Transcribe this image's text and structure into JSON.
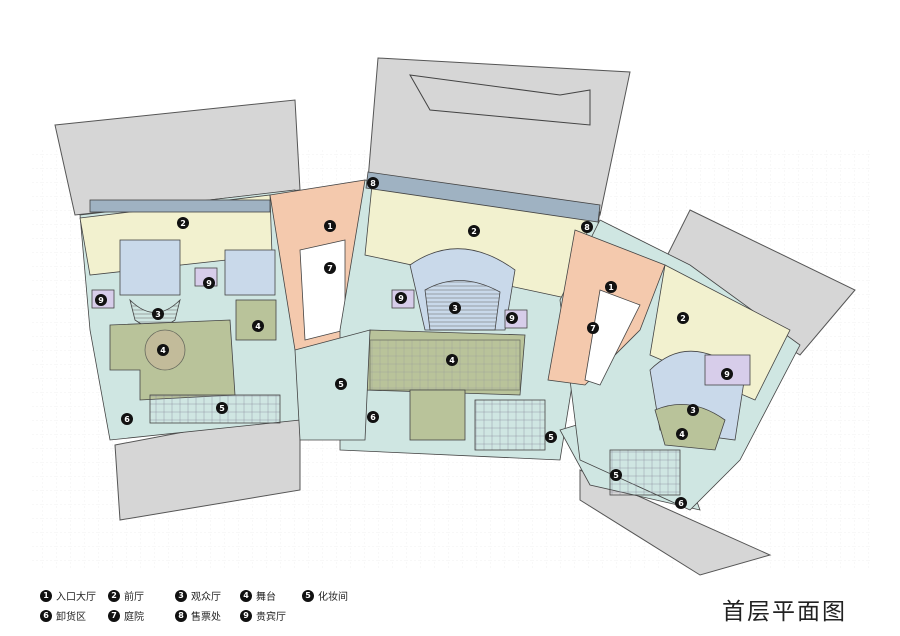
{
  "title": "首层平面图",
  "legend": [
    {
      "num": "1",
      "label": "入口大厅"
    },
    {
      "num": "2",
      "label": "前厅"
    },
    {
      "num": "3",
      "label": "观众厅"
    },
    {
      "num": "4",
      "label": "舞台"
    },
    {
      "num": "5",
      "label": "化妆间"
    },
    {
      "num": "6",
      "label": "卸货区"
    },
    {
      "num": "7",
      "label": "庭院"
    },
    {
      "num": "8",
      "label": "售票处"
    },
    {
      "num": "9",
      "label": "贵宾厅"
    }
  ],
  "colors": {
    "lobby": "#f4c9ad",
    "foyer": "#f2f1cf",
    "auditorium": "#c9d9ea",
    "stage": "#b9c39a",
    "backstage": "#cfe6e2",
    "vip": "#d7cdea",
    "core": "#9fb2c2",
    "roof": "#d2d2d2"
  },
  "plan_markers": [
    {
      "num": "1",
      "hall": "left"
    },
    {
      "num": "2",
      "hall": "left"
    },
    {
      "num": "3",
      "hall": "left"
    },
    {
      "num": "4",
      "hall": "left"
    },
    {
      "num": "4",
      "hall": "left"
    },
    {
      "num": "5",
      "hall": "left"
    },
    {
      "num": "6",
      "hall": "left"
    },
    {
      "num": "7",
      "hall": "left"
    },
    {
      "num": "9",
      "hall": "left"
    },
    {
      "num": "9",
      "hall": "left"
    },
    {
      "num": "2",
      "hall": "center"
    },
    {
      "num": "3",
      "hall": "center"
    },
    {
      "num": "4",
      "hall": "center"
    },
    {
      "num": "5",
      "hall": "center"
    },
    {
      "num": "6",
      "hall": "center"
    },
    {
      "num": "8",
      "hall": "center"
    },
    {
      "num": "8",
      "hall": "center"
    },
    {
      "num": "9",
      "hall": "center"
    },
    {
      "num": "9",
      "hall": "center"
    },
    {
      "num": "1",
      "hall": "right"
    },
    {
      "num": "2",
      "hall": "right"
    },
    {
      "num": "3",
      "hall": "right"
    },
    {
      "num": "4",
      "hall": "right"
    },
    {
      "num": "5",
      "hall": "right"
    },
    {
      "num": "5",
      "hall": "right"
    },
    {
      "num": "6",
      "hall": "right"
    },
    {
      "num": "7",
      "hall": "right"
    },
    {
      "num": "9",
      "hall": "right"
    }
  ]
}
